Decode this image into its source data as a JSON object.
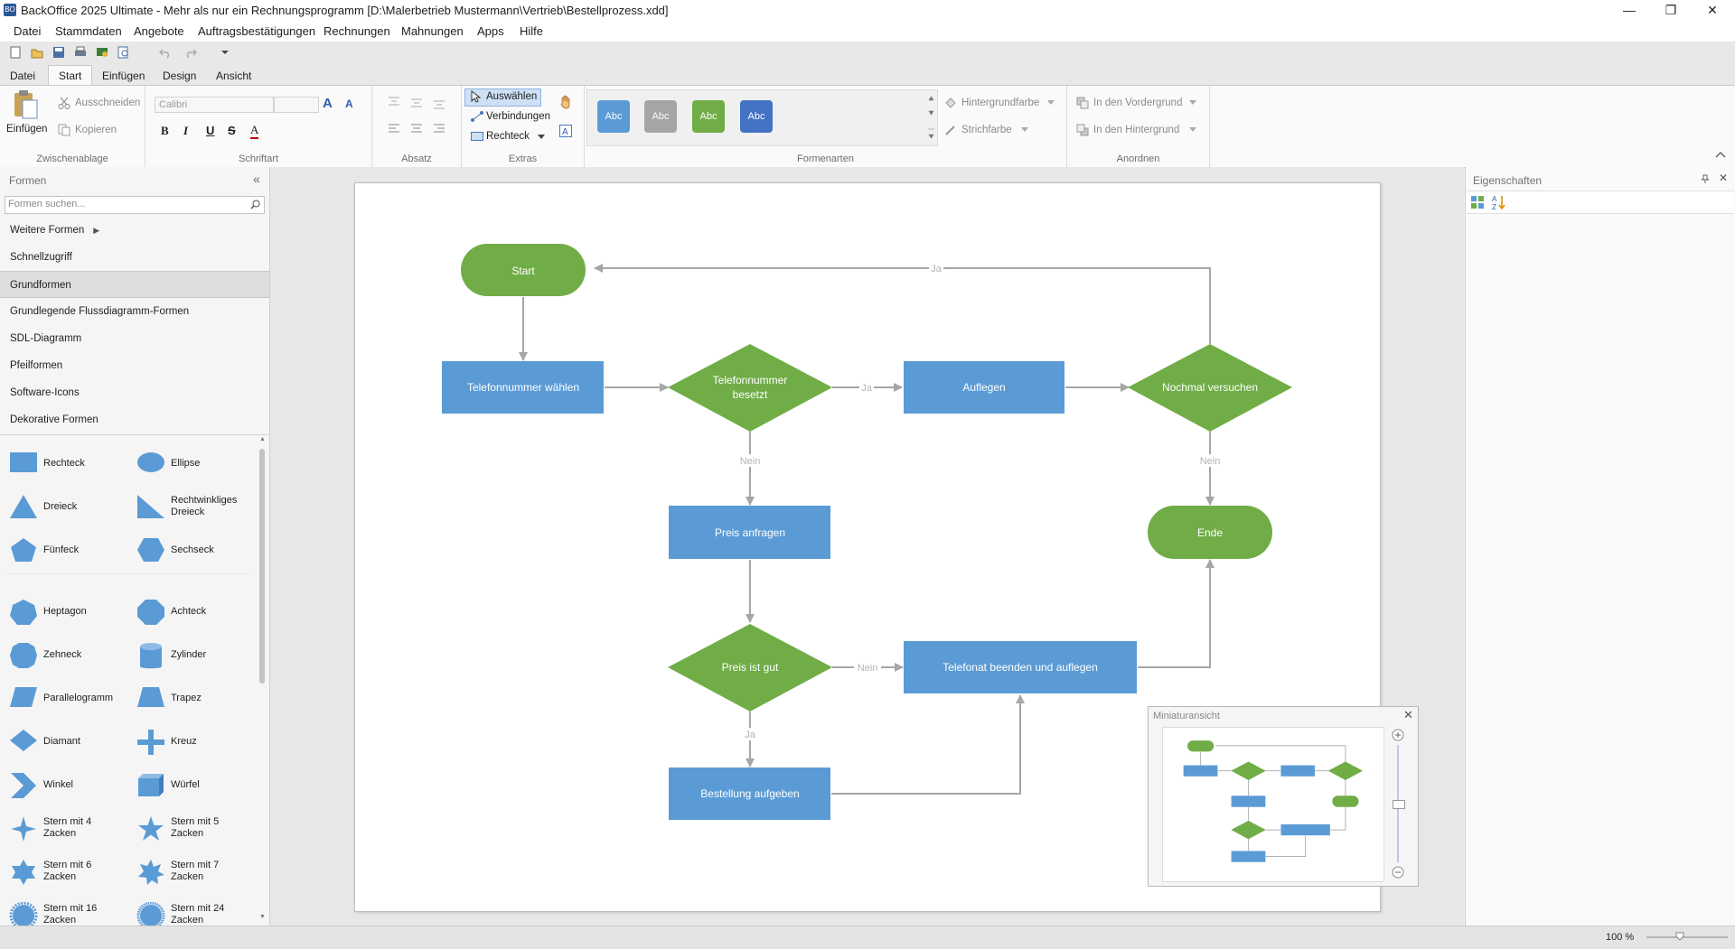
{
  "window": {
    "title": "BackOffice 2025 Ultimate - Mehr als nur ein Rechnungsprogramm [D:\\Malerbetrieb Mustermann\\Vertrieb\\Bestellprozess.xdd]",
    "icon_text": "BO"
  },
  "menu": [
    "Datei",
    "Stammdaten",
    "Angebote",
    "Auftragsbestätigungen",
    "Rechnungen",
    "Mahnungen",
    "Apps",
    "Hilfe"
  ],
  "ribbon_tabs": [
    "Datei",
    "Start",
    "Einfügen",
    "Design",
    "Ansicht"
  ],
  "ribbon": {
    "clipboard": {
      "paste": "Einfügen",
      "cut": "Ausschneiden",
      "copy": "Kopieren",
      "label": "Zwischenablage"
    },
    "font": {
      "family": "Calibri",
      "size": "",
      "label": "Schriftart",
      "bold": "B",
      "italic": "I",
      "underline": "U",
      "strike": "S",
      "color": "A",
      "grow": "A",
      "shrink": "A"
    },
    "paragraph": {
      "label": "Absatz"
    },
    "extras": {
      "select": "Auswählen",
      "connections": "Verbindungen",
      "rectangle": "Rechteck",
      "label": "Extras"
    },
    "styles": {
      "label": "Formenarten",
      "swatches": [
        {
          "text": "Abc",
          "color": "#5b9bd5"
        },
        {
          "text": "Abc",
          "color": "#a5a5a5"
        },
        {
          "text": "Abc",
          "color": "#70ad47"
        },
        {
          "text": "Abc",
          "color": "#4472c4"
        }
      ],
      "fill": "Hintergrundfarbe",
      "stroke": "Strichfarbe"
    },
    "arrange": {
      "front": "In den Vordergrund",
      "back": "In den Hintergrund",
      "label": "Anordnen"
    }
  },
  "left_panel": {
    "title": "Formen",
    "search_placeholder": "Formen suchen...",
    "categories": [
      "Weitere Formen",
      "Schnellzugriff",
      "Grundformen",
      "Grundlegende Flussdiagramm-Formen",
      "SDL-Diagramm",
      "Pfeilformen",
      "Software-Icons",
      "Dekorative Formen"
    ],
    "shapes": [
      [
        "Rechteck",
        "Ellipse"
      ],
      [
        "Dreieck",
        "Rechtwinkliges Dreieck"
      ],
      [
        "Fünfeck",
        "Sechseck"
      ],
      [
        "Heptagon",
        "Achteck"
      ],
      [
        "Zehneck",
        "Zylinder"
      ],
      [
        "Parallelogramm",
        "Trapez"
      ],
      [
        "Diamant",
        "Kreuz"
      ],
      [
        "Winkel",
        "Würfel"
      ],
      [
        "Stern mit 4 Zacken",
        "Stern mit 5 Zacken"
      ],
      [
        "Stern mit 6 Zacken",
        "Stern mit 7 Zacken"
      ],
      [
        "Stern mit 16 Zacken",
        "Stern mit 24 Zacken"
      ]
    ]
  },
  "right_panel": {
    "title": "Eigenschaften"
  },
  "flowchart": {
    "nodes": {
      "start": "Start",
      "dial": "Telefonnummer wählen",
      "busy": "Telefonnummer besetzt",
      "hangup": "Auflegen",
      "retry": "Nochmal versuchen",
      "price": "Preis anfragen",
      "end": "Ende",
      "good": "Preis ist gut",
      "endcall": "Telefonat beenden und auflegen",
      "order": "Bestellung aufgeben"
    },
    "labels": {
      "ja": "Ja",
      "nein": "Nein"
    },
    "colors": {
      "blue": "#5b9bd5",
      "green": "#70ad47",
      "connector": "#a6a6a6"
    }
  },
  "minimap": {
    "title": "Miniaturansicht"
  },
  "status": {
    "zoom": "100 %"
  }
}
